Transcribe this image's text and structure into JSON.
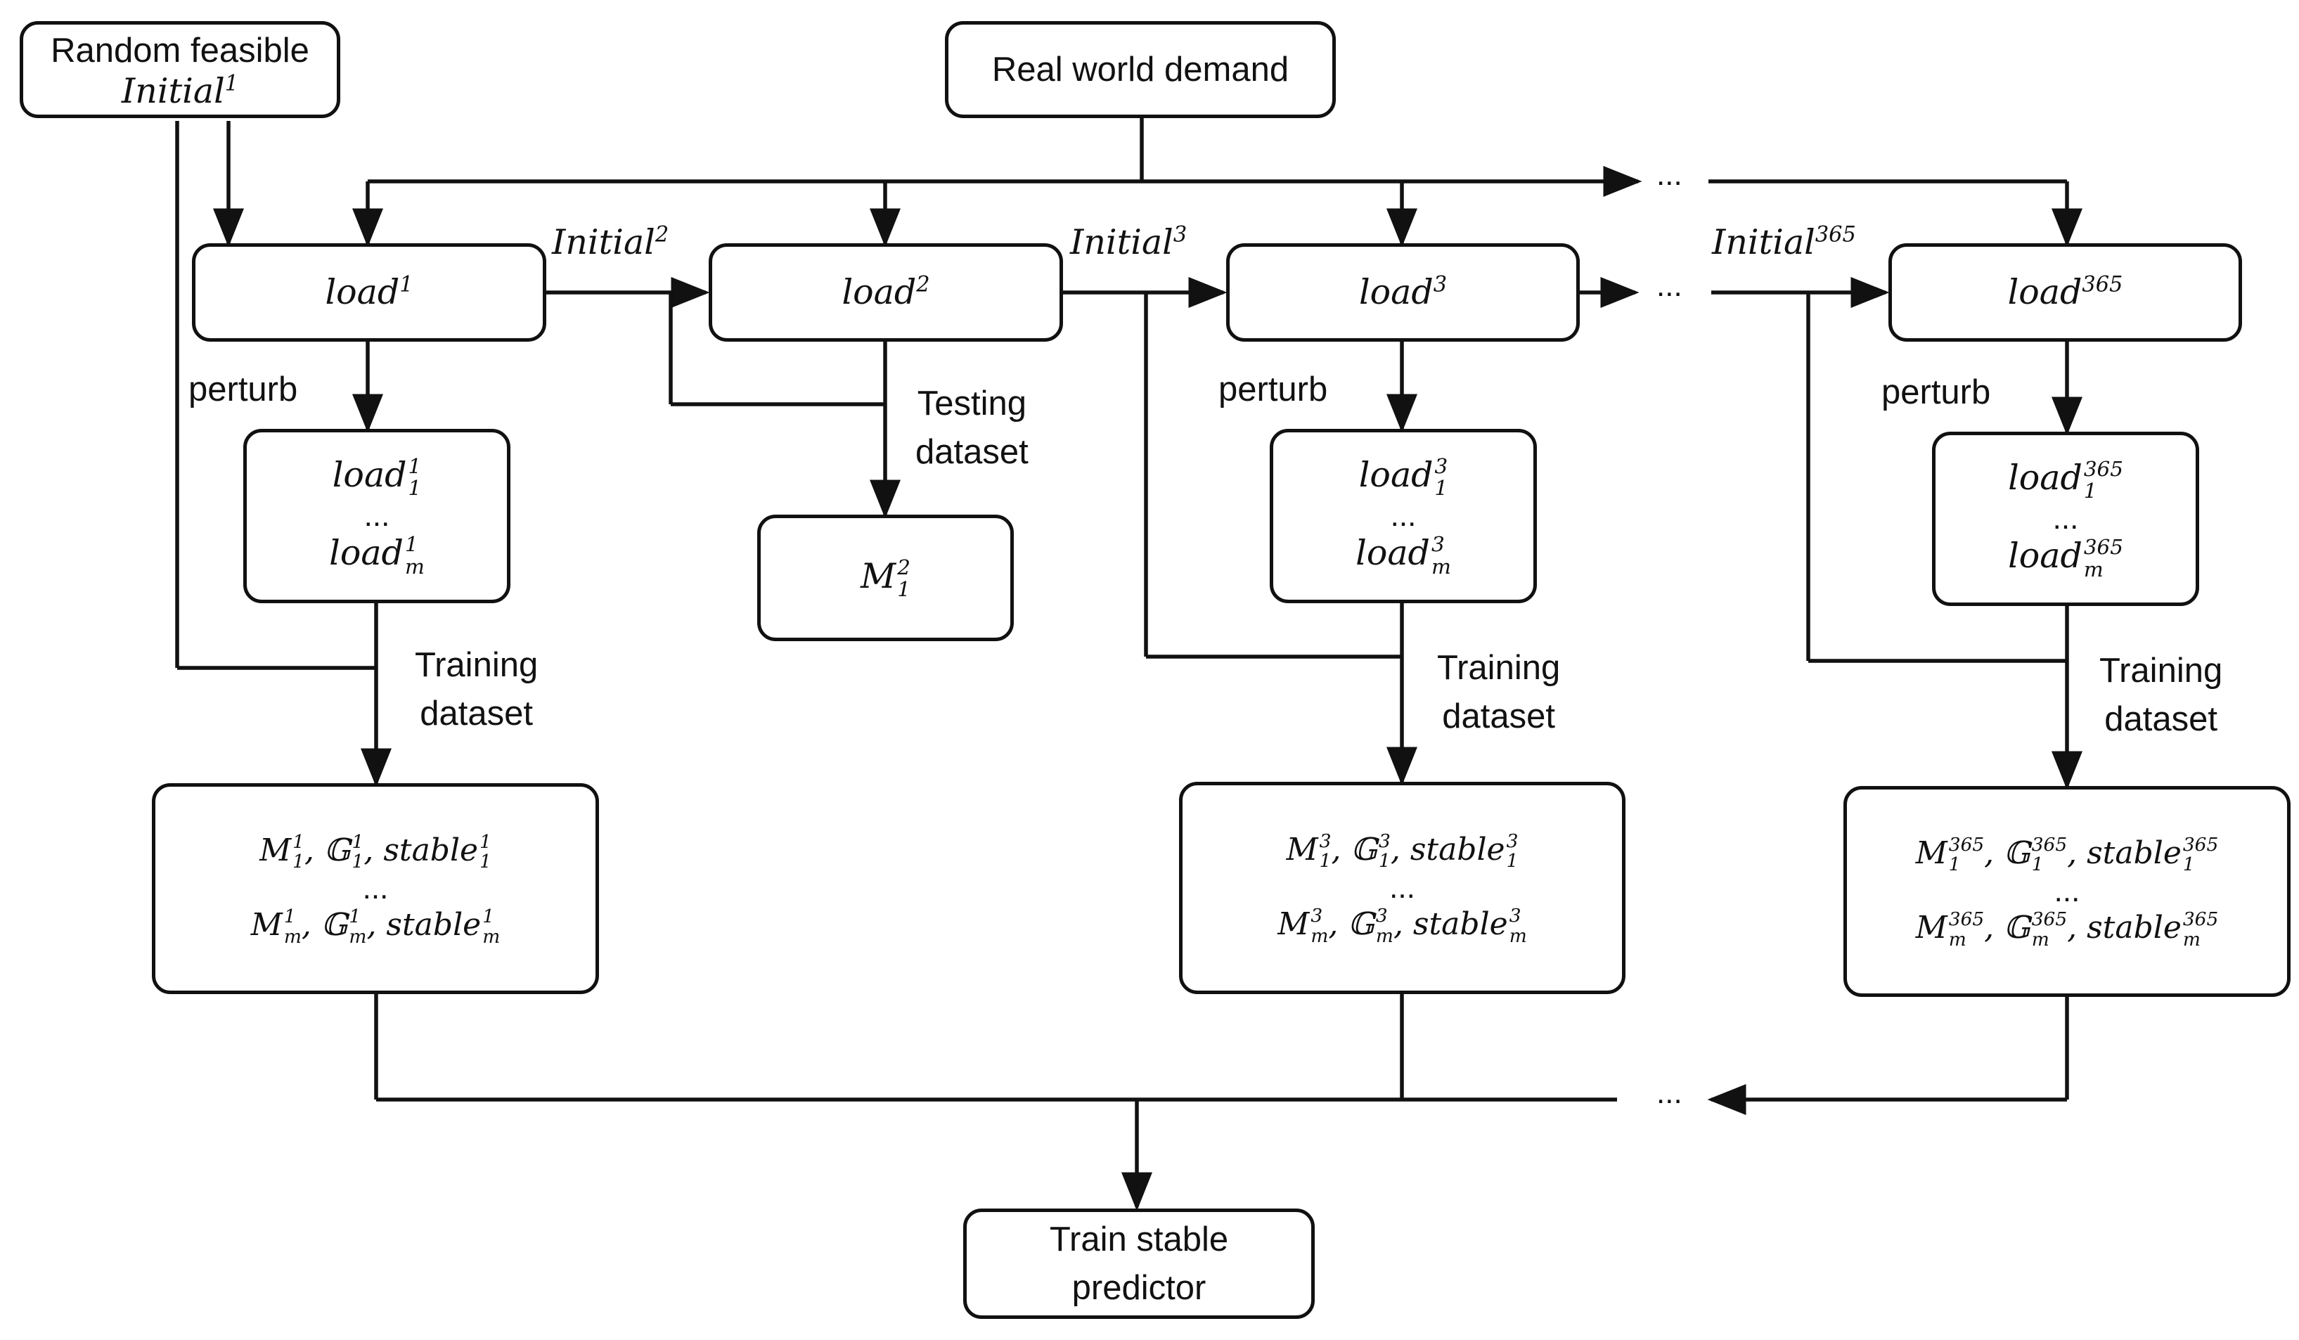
{
  "boxes": {
    "random_feasible": {
      "line1": "Random feasible",
      "math": "Initial",
      "sup": "1"
    },
    "real_world_demand": {
      "text": "Real world demand"
    },
    "load1": {
      "math": "load",
      "sup": "1"
    },
    "load2": {
      "math": "load",
      "sup": "2"
    },
    "load3": {
      "math": "load",
      "sup": "3"
    },
    "load365": {
      "math": "load",
      "sup": "365"
    },
    "perturb1": {
      "top": "load",
      "top_sup": "1",
      "top_sub": "1",
      "mid": "...",
      "bot": "load",
      "bot_sup": "1",
      "bot_sub": "m"
    },
    "perturb3": {
      "top": "load",
      "top_sup": "3",
      "top_sub": "1",
      "mid": "...",
      "bot": "load",
      "bot_sup": "3",
      "bot_sub": "m"
    },
    "perturb365": {
      "top": "load",
      "top_sup": "365",
      "top_sub": "1",
      "mid": "...",
      "bot": "load",
      "bot_sup": "365",
      "bot_sub": "m"
    },
    "m12": {
      "math": "M",
      "sup": "2",
      "sub": "1"
    },
    "train1": {
      "sup": "1",
      "mid": "..."
    },
    "train3": {
      "sup": "3",
      "mid": "..."
    },
    "train365": {
      "sup": "365",
      "mid": "..."
    },
    "train_stable": {
      "line1": "Train stable",
      "line2": "predictor"
    }
  },
  "labels": {
    "initial2": {
      "math": "Initial",
      "sup": "2"
    },
    "initial3": {
      "math": "Initial",
      "sup": "3"
    },
    "initial365": {
      "math": "Initial",
      "sup": "365"
    },
    "perturb": "perturb",
    "testing_dataset": [
      "Testing",
      "dataset"
    ],
    "training_dataset": [
      "Training",
      "dataset"
    ],
    "ellipsis": "..."
  },
  "symbols": {
    "M": "M",
    "G": "𝔾",
    "stable": "stable",
    "sub_1": "1",
    "sub_m": "m",
    "sep": ", "
  }
}
